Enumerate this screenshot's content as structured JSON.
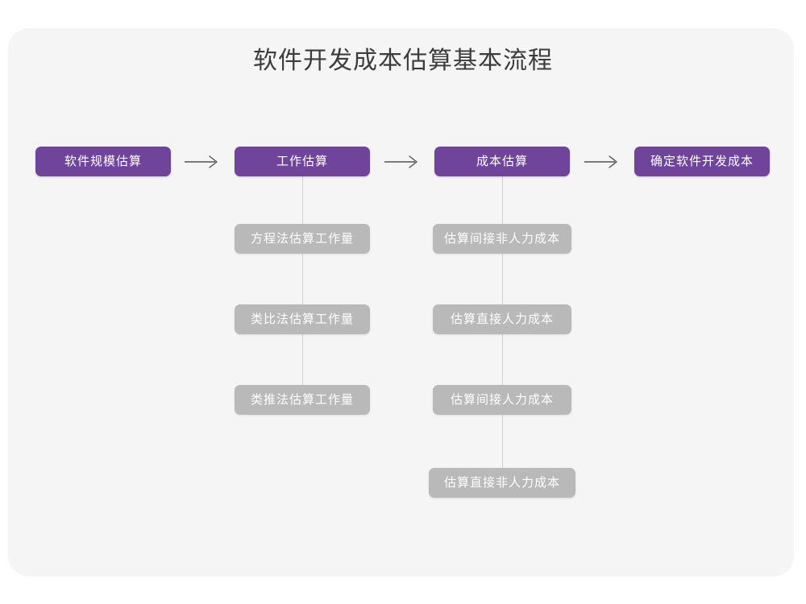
{
  "card": {
    "background": "#f5f5f5"
  },
  "colors": {
    "primary": "#70449b",
    "secondary": "#b9b9b9",
    "title_text": "#3c3c3c",
    "node_text": "#ffffff",
    "connector": "#cfcfcf",
    "arrow": "#555555",
    "page_background": "#ffffff"
  },
  "diagram": {
    "title": "软件开发成本估算基本流程",
    "type": "flowchart",
    "direction": "left-to-right with vertical sub-branches",
    "main_flow": [
      {
        "id": "step1",
        "label": "软件规模估算",
        "sub_items": []
      },
      {
        "id": "step2",
        "label": "工作估算",
        "sub_items": [
          "方程法估算工作量",
          "类比法估算工作量",
          "类推法估算工作量"
        ]
      },
      {
        "id": "step3",
        "label": "成本估算",
        "sub_items": [
          "估算间接非人力成本",
          "估算直接人力成本",
          "估算间接人力成本",
          "估算直接非人力成本"
        ]
      },
      {
        "id": "step4",
        "label": "确定软件开发成本",
        "sub_items": []
      }
    ],
    "arrows": [
      {
        "from": "软件规模估算",
        "to": "工作估算",
        "glyph": "→"
      },
      {
        "from": "工作估算",
        "to": "成本估算",
        "glyph": "→"
      },
      {
        "from": "成本估算",
        "to": "确定软件开发成本",
        "glyph": "→"
      }
    ]
  }
}
